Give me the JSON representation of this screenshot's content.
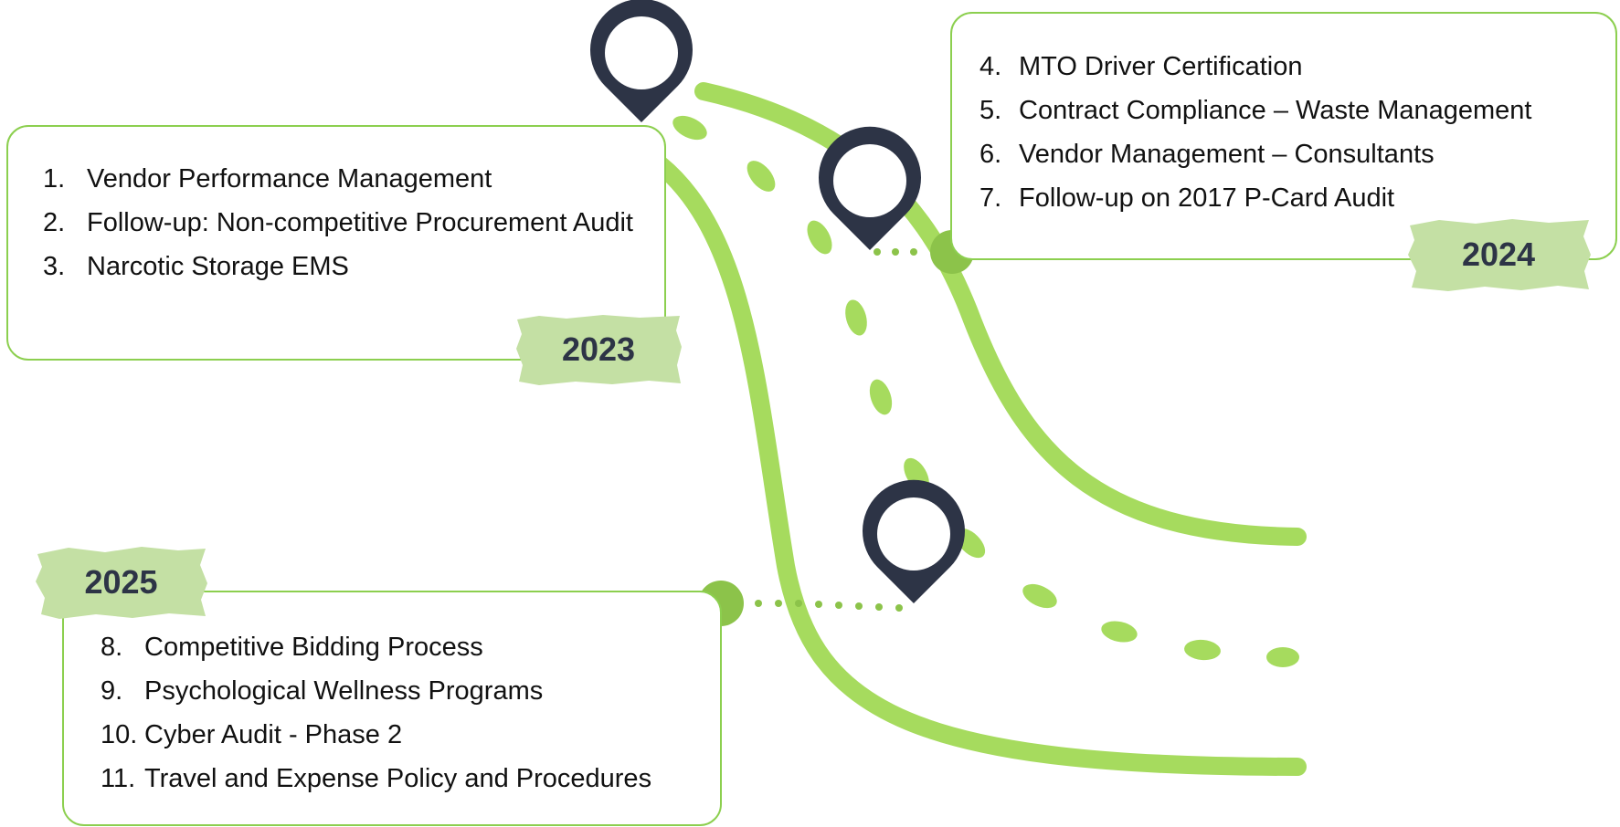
{
  "colors": {
    "road": "#a6db5e",
    "marker": "#2d3446",
    "card_border": "#8ccf4f",
    "dot": "#8cc34a",
    "tag": "#c4e0a4"
  },
  "icons": [
    "map-pin-icon"
  ],
  "milestones": [
    {
      "year": "2023",
      "items": [
        {
          "num": "1.",
          "text": "Vendor Performance Management"
        },
        {
          "num": "2.",
          "text": "Follow-up: Non-competitive Procurement Audit"
        },
        {
          "num": "3.",
          "text": "Narcotic Storage EMS"
        }
      ]
    },
    {
      "year": "2024",
      "items": [
        {
          "num": "4.",
          "text": "MTO Driver Certification"
        },
        {
          "num": "5.",
          "text": "Contract Compliance – Waste Management"
        },
        {
          "num": "6.",
          "text": "Vendor Management – Consultants"
        },
        {
          "num": "7.",
          "text": "Follow-up on 2017 P-Card Audit"
        }
      ]
    },
    {
      "year": "2025",
      "items": [
        {
          "num": "8.",
          "text": "Competitive Bidding Process"
        },
        {
          "num": "9.",
          "text": "Psychological Wellness Programs"
        },
        {
          "num": "10.",
          "text": "Cyber Audit - Phase 2"
        },
        {
          "num": "11.",
          "text": "Travel and Expense Policy and Procedures"
        }
      ]
    }
  ]
}
